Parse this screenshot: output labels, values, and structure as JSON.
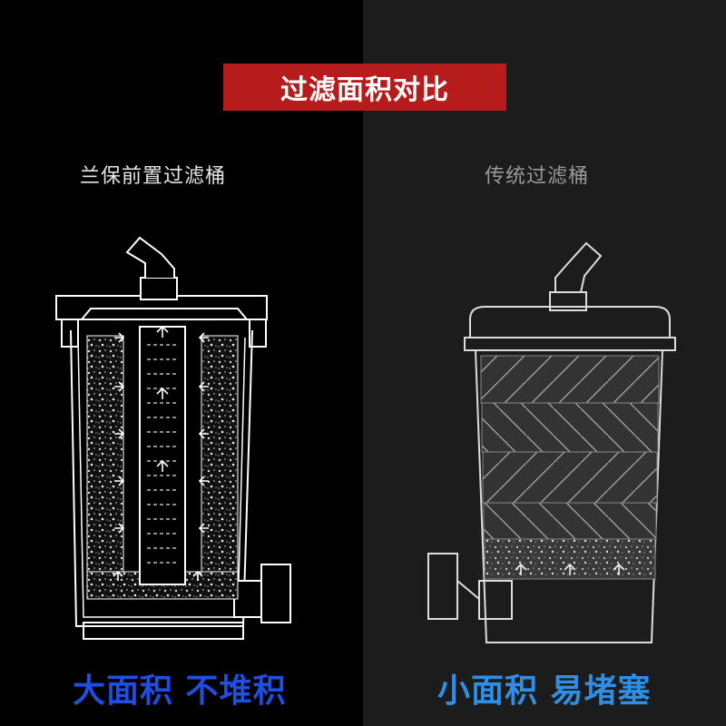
{
  "banner": {
    "title": "过滤面积对比",
    "color": "#b71c1c"
  },
  "left": {
    "subtitle": "兰保前置过滤桶",
    "caption": "大面积 不堆积",
    "caption_color": "#1e4fe0"
  },
  "right": {
    "subtitle": "传统过滤桶",
    "caption": "小面积 易堵塞",
    "caption_color": "#2f8fe6"
  }
}
